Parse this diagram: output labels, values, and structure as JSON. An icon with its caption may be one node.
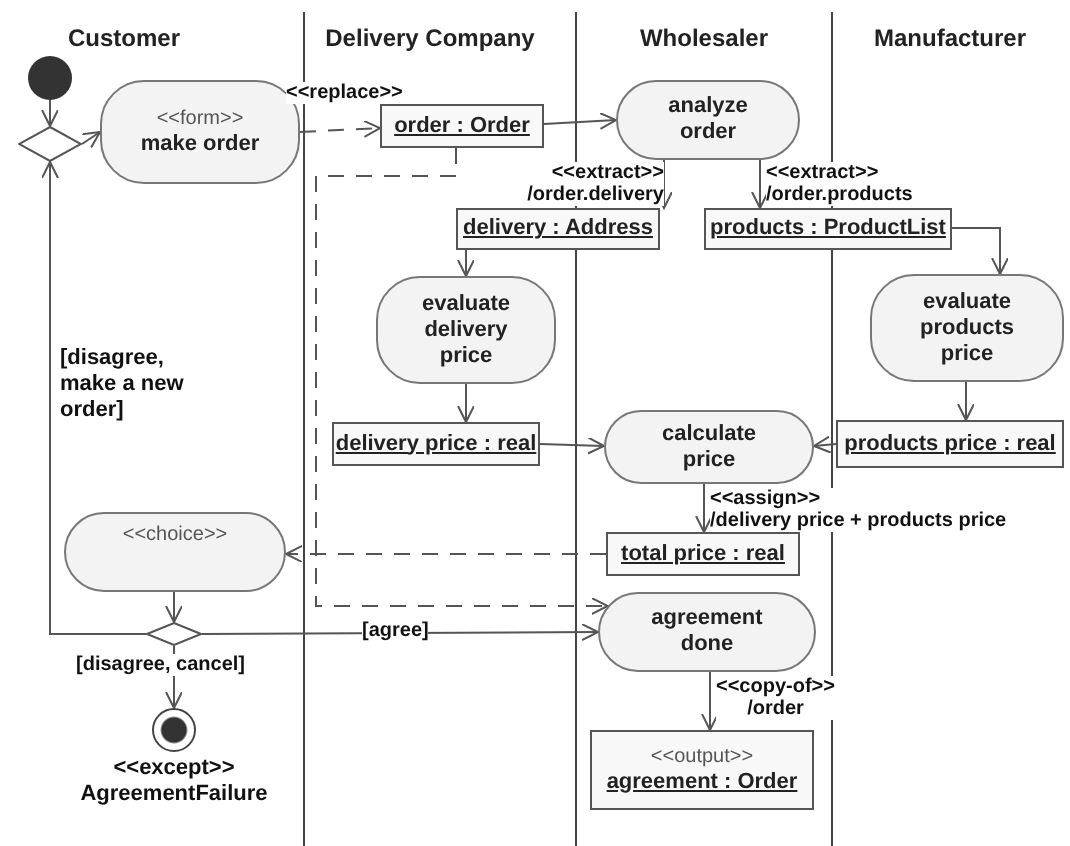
{
  "diagram": {
    "nodes": [
      {
        "text": [],
        "shape": "circle"
      },
      {
        "text": [],
        "shape": "diamond"
      },
      {
        "text": [
          "<<form>>",
          "make order"
        ]
      },
      {
        "text": [
          "order : Order"
        ]
      },
      {
        "text": [
          "analyze order"
        ]
      },
      {
        "text": [
          "delivery : Address"
        ]
      },
      {
        "text": [
          "products : ProductList"
        ]
      },
      {
        "text": [
          "evaluate delivery price"
        ]
      },
      {
        "text": [
          "evaluate products price"
        ]
      },
      {
        "text": [
          "delivery price : real"
        ]
      },
      {
        "text": [
          "calculate price"
        ]
      },
      {
        "text": [
          "products price : real"
        ]
      },
      {
        "text": [
          "total price : real"
        ]
      },
      {
        "text": [
          "<<choice>>"
        ]
      },
      {
        "text": [],
        "shape": "diamond"
      },
      {
        "text": [],
        "shape": "circle",
        "beside": [
          "<<except>>",
          "AgreementFailure"
        ]
      },
      {
        "text": [
          "agreement done"
        ]
      },
      {
        "text": [
          "<<output>>",
          "agreement : Order"
        ]
      }
    ],
    "edges": [
      {
        "from": 0,
        "to": 1,
        "arrow": "to"
      },
      {
        "from": 1,
        "to": 2,
        "arrow": "to"
      },
      {
        "from": 2,
        "to": 3,
        "arrow": "to",
        "style": "dashed",
        "label": "<<replace>>"
      },
      {
        "from": 3,
        "to": 4,
        "arrow": "to"
      },
      {
        "from": 4,
        "to": 5,
        "arrow": "to",
        "label": "<<extract>> /order.delivery"
      },
      {
        "from": 4,
        "to": 6,
        "arrow": "to",
        "label": "<<extract>> /order.products"
      },
      {
        "from": 6,
        "to": 8,
        "arrow": "to"
      },
      {
        "from": 5,
        "to": 7,
        "arrow": "to"
      },
      {
        "from": 7,
        "to": 9,
        "arrow": "to"
      },
      {
        "from": 8,
        "to": 11,
        "arrow": "to"
      },
      {
        "from": 9,
        "to": 10,
        "arrow": "to"
      },
      {
        "from": 11,
        "to": 10,
        "arrow": "to"
      },
      {
        "from": 10,
        "to": 12,
        "arrow": "to",
        "label": "<<assign>> /delivery price + products price"
      },
      {
        "from": 12,
        "to": 13,
        "arrow": "to",
        "style": "dashed"
      },
      {
        "from": 3,
        "to": 16,
        "arrow": "to",
        "style": "dashed"
      },
      {
        "from": 14,
        "to": 1,
        "arrow": "to",
        "label": "[disagree, make a new order]"
      },
      {
        "from": 13,
        "to": 14,
        "arrow": "to"
      },
      {
        "from": 14,
        "to": 16,
        "arrow": "to",
        "label": "[agree]"
      },
      {
        "from": 14,
        "to": 15,
        "arrow": "to",
        "label": "[disagree, cancel]"
      },
      {
        "from": 16,
        "to": 17,
        "arrow": "to",
        "label": "<<copy-of>> /order"
      }
    ],
    "labels": [
      "Customer",
      "Delivery Company",
      "Wholesaler",
      "Manufacturer"
    ]
  }
}
